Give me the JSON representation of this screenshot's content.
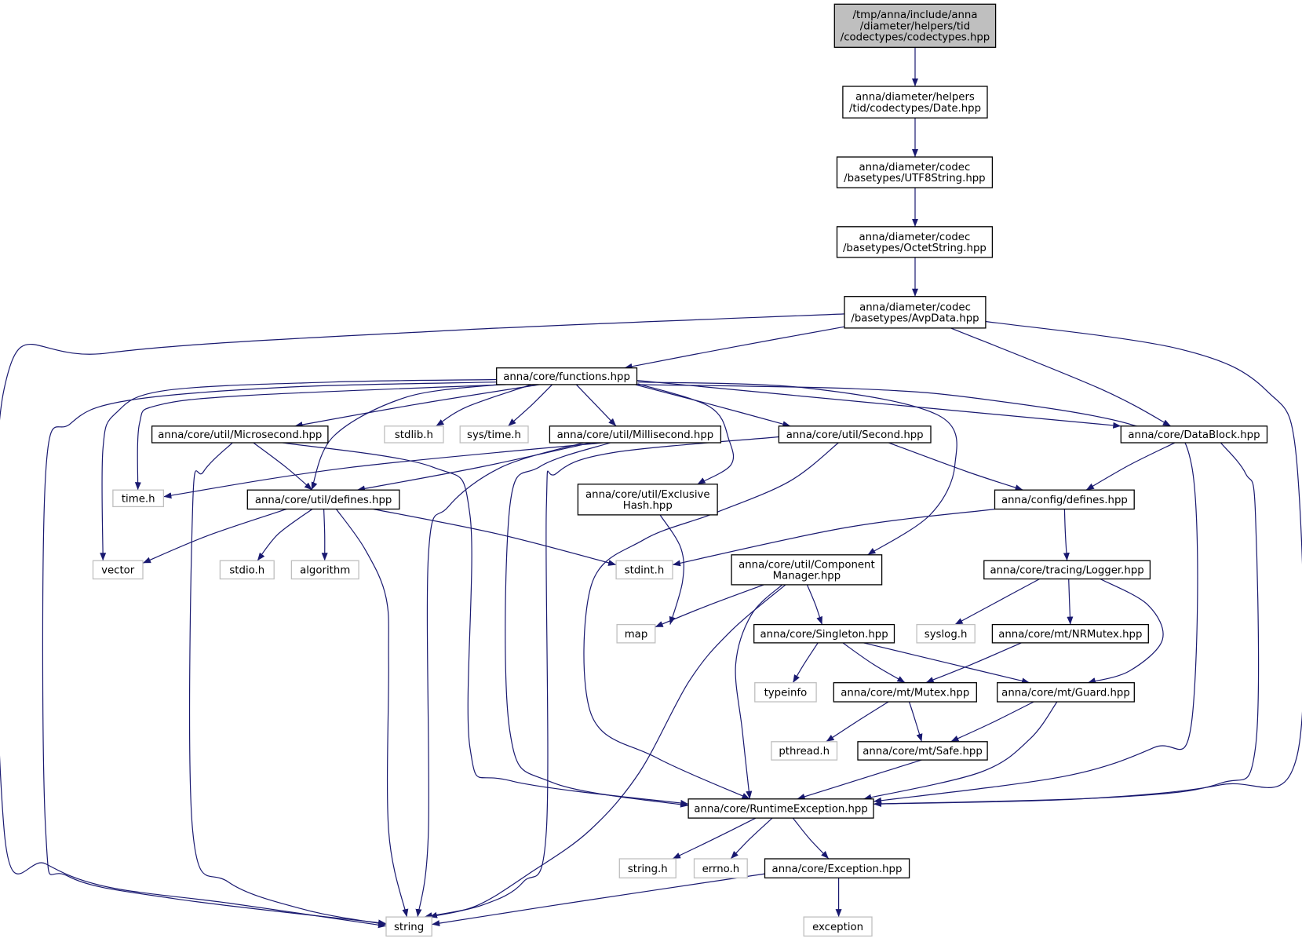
{
  "colors": {
    "edge": "#191970",
    "root_fill": "#bfbfbf",
    "doc_border": "#000000",
    "sys_border": "#bfbfbf"
  },
  "nodes": [
    {
      "id": "root",
      "kind": "root",
      "lines": [
        "/tmp/anna/include/anna",
        "/diameter/helpers/tid",
        "/codectypes/codectypes.hpp"
      ]
    },
    {
      "id": "date",
      "kind": "doc",
      "lines": [
        "anna/diameter/helpers",
        "/tid/codectypes/Date.hpp"
      ]
    },
    {
      "id": "utf8",
      "kind": "doc",
      "lines": [
        "anna/diameter/codec",
        "/basetypes/UTF8String.hpp"
      ]
    },
    {
      "id": "octet",
      "kind": "doc",
      "lines": [
        "anna/diameter/codec",
        "/basetypes/OctetString.hpp"
      ]
    },
    {
      "id": "avp",
      "kind": "doc",
      "lines": [
        "anna/diameter/codec",
        "/basetypes/AvpData.hpp"
      ]
    },
    {
      "id": "functions",
      "kind": "doc",
      "lines": [
        "anna/core/functions.hpp"
      ]
    },
    {
      "id": "micro",
      "kind": "doc",
      "lines": [
        "anna/core/util/Microsecond.hpp"
      ]
    },
    {
      "id": "stdlib",
      "kind": "sys",
      "lines": [
        "stdlib.h"
      ]
    },
    {
      "id": "systime",
      "kind": "sys",
      "lines": [
        "sys/time.h"
      ]
    },
    {
      "id": "milli",
      "kind": "doc",
      "lines": [
        "anna/core/util/Millisecond.hpp"
      ]
    },
    {
      "id": "second",
      "kind": "doc",
      "lines": [
        "anna/core/util/Second.hpp"
      ]
    },
    {
      "id": "datablock",
      "kind": "doc",
      "lines": [
        "anna/core/DataBlock.hpp"
      ]
    },
    {
      "id": "timeh",
      "kind": "sys",
      "lines": [
        "time.h"
      ]
    },
    {
      "id": "udefines",
      "kind": "doc",
      "lines": [
        "anna/core/util/defines.hpp"
      ]
    },
    {
      "id": "exhash",
      "kind": "doc",
      "lines": [
        "anna/core/util/Exclusive",
        "Hash.hpp"
      ]
    },
    {
      "id": "cdefines",
      "kind": "doc",
      "lines": [
        "anna/config/defines.hpp"
      ]
    },
    {
      "id": "vector",
      "kind": "sys",
      "lines": [
        "vector"
      ]
    },
    {
      "id": "stdio",
      "kind": "sys",
      "lines": [
        "stdio.h"
      ]
    },
    {
      "id": "algorithm",
      "kind": "sys",
      "lines": [
        "algorithm"
      ]
    },
    {
      "id": "stdint",
      "kind": "sys",
      "lines": [
        "stdint.h"
      ]
    },
    {
      "id": "compmgr",
      "kind": "doc",
      "lines": [
        "anna/core/util/Component",
        "Manager.hpp"
      ]
    },
    {
      "id": "logger",
      "kind": "doc",
      "lines": [
        "anna/core/tracing/Logger.hpp"
      ]
    },
    {
      "id": "map",
      "kind": "sys",
      "lines": [
        "map"
      ]
    },
    {
      "id": "singleton",
      "kind": "doc",
      "lines": [
        "anna/core/Singleton.hpp"
      ]
    },
    {
      "id": "syslog",
      "kind": "sys",
      "lines": [
        "syslog.h"
      ]
    },
    {
      "id": "nrmutex",
      "kind": "doc",
      "lines": [
        "anna/core/mt/NRMutex.hpp"
      ]
    },
    {
      "id": "typeinfo",
      "kind": "sys",
      "lines": [
        "typeinfo"
      ]
    },
    {
      "id": "mutex",
      "kind": "doc",
      "lines": [
        "anna/core/mt/Mutex.hpp"
      ]
    },
    {
      "id": "guard",
      "kind": "doc",
      "lines": [
        "anna/core/mt/Guard.hpp"
      ]
    },
    {
      "id": "pthread",
      "kind": "sys",
      "lines": [
        "pthread.h"
      ]
    },
    {
      "id": "safe",
      "kind": "doc",
      "lines": [
        "anna/core/mt/Safe.hpp"
      ]
    },
    {
      "id": "rtexc",
      "kind": "doc",
      "lines": [
        "anna/core/RuntimeException.hpp"
      ]
    },
    {
      "id": "stringh",
      "kind": "sys",
      "lines": [
        "string.h"
      ]
    },
    {
      "id": "errno",
      "kind": "sys",
      "lines": [
        "errno.h"
      ]
    },
    {
      "id": "exception_hpp",
      "kind": "doc",
      "lines": [
        "anna/core/Exception.hpp"
      ]
    },
    {
      "id": "string",
      "kind": "sys",
      "lines": [
        "string"
      ]
    },
    {
      "id": "exception",
      "kind": "sys",
      "lines": [
        "exception"
      ]
    }
  ],
  "edges": [
    [
      "root",
      "date"
    ],
    [
      "date",
      "utf8"
    ],
    [
      "utf8",
      "octet"
    ],
    [
      "octet",
      "avp"
    ],
    [
      "avp",
      "functions"
    ],
    [
      "avp",
      "datablock"
    ],
    [
      "avp",
      "string"
    ],
    [
      "avp",
      "rtexc"
    ],
    [
      "functions",
      "micro"
    ],
    [
      "functions",
      "stdlib"
    ],
    [
      "functions",
      "systime"
    ],
    [
      "functions",
      "milli"
    ],
    [
      "functions",
      "second"
    ],
    [
      "functions",
      "datablock"
    ],
    [
      "functions",
      "timeh"
    ],
    [
      "functions",
      "udefines"
    ],
    [
      "functions",
      "exhash"
    ],
    [
      "functions",
      "vector"
    ],
    [
      "functions",
      "compmgr"
    ],
    [
      "functions",
      "string"
    ],
    [
      "functions",
      "rtexc"
    ],
    [
      "micro",
      "udefines"
    ],
    [
      "micro",
      "string"
    ],
    [
      "micro",
      "rtexc"
    ],
    [
      "milli",
      "timeh"
    ],
    [
      "milli",
      "udefines"
    ],
    [
      "milli",
      "string"
    ],
    [
      "milli",
      "rtexc"
    ],
    [
      "second",
      "cdefines"
    ],
    [
      "second",
      "string"
    ],
    [
      "second",
      "rtexc"
    ],
    [
      "datablock",
      "cdefines"
    ],
    [
      "datablock",
      "rtexc"
    ],
    [
      "udefines",
      "vector"
    ],
    [
      "udefines",
      "stdio"
    ],
    [
      "udefines",
      "algorithm"
    ],
    [
      "udefines",
      "stdint"
    ],
    [
      "udefines",
      "string"
    ],
    [
      "exhash",
      "map"
    ],
    [
      "cdefines",
      "stdint"
    ],
    [
      "cdefines",
      "logger"
    ],
    [
      "compmgr",
      "map"
    ],
    [
      "compmgr",
      "singleton"
    ],
    [
      "compmgr",
      "string"
    ],
    [
      "compmgr",
      "rtexc"
    ],
    [
      "logger",
      "syslog"
    ],
    [
      "logger",
      "nrmutex"
    ],
    [
      "logger",
      "guard"
    ],
    [
      "singleton",
      "typeinfo"
    ],
    [
      "singleton",
      "mutex"
    ],
    [
      "singleton",
      "guard"
    ],
    [
      "nrmutex",
      "mutex"
    ],
    [
      "mutex",
      "pthread"
    ],
    [
      "mutex",
      "safe"
    ],
    [
      "guard",
      "safe"
    ],
    [
      "guard",
      "rtexc"
    ],
    [
      "safe",
      "rtexc"
    ],
    [
      "rtexc",
      "stringh"
    ],
    [
      "rtexc",
      "errno"
    ],
    [
      "rtexc",
      "exception_hpp"
    ],
    [
      "exception_hpp",
      "string"
    ],
    [
      "exception_hpp",
      "exception"
    ]
  ]
}
